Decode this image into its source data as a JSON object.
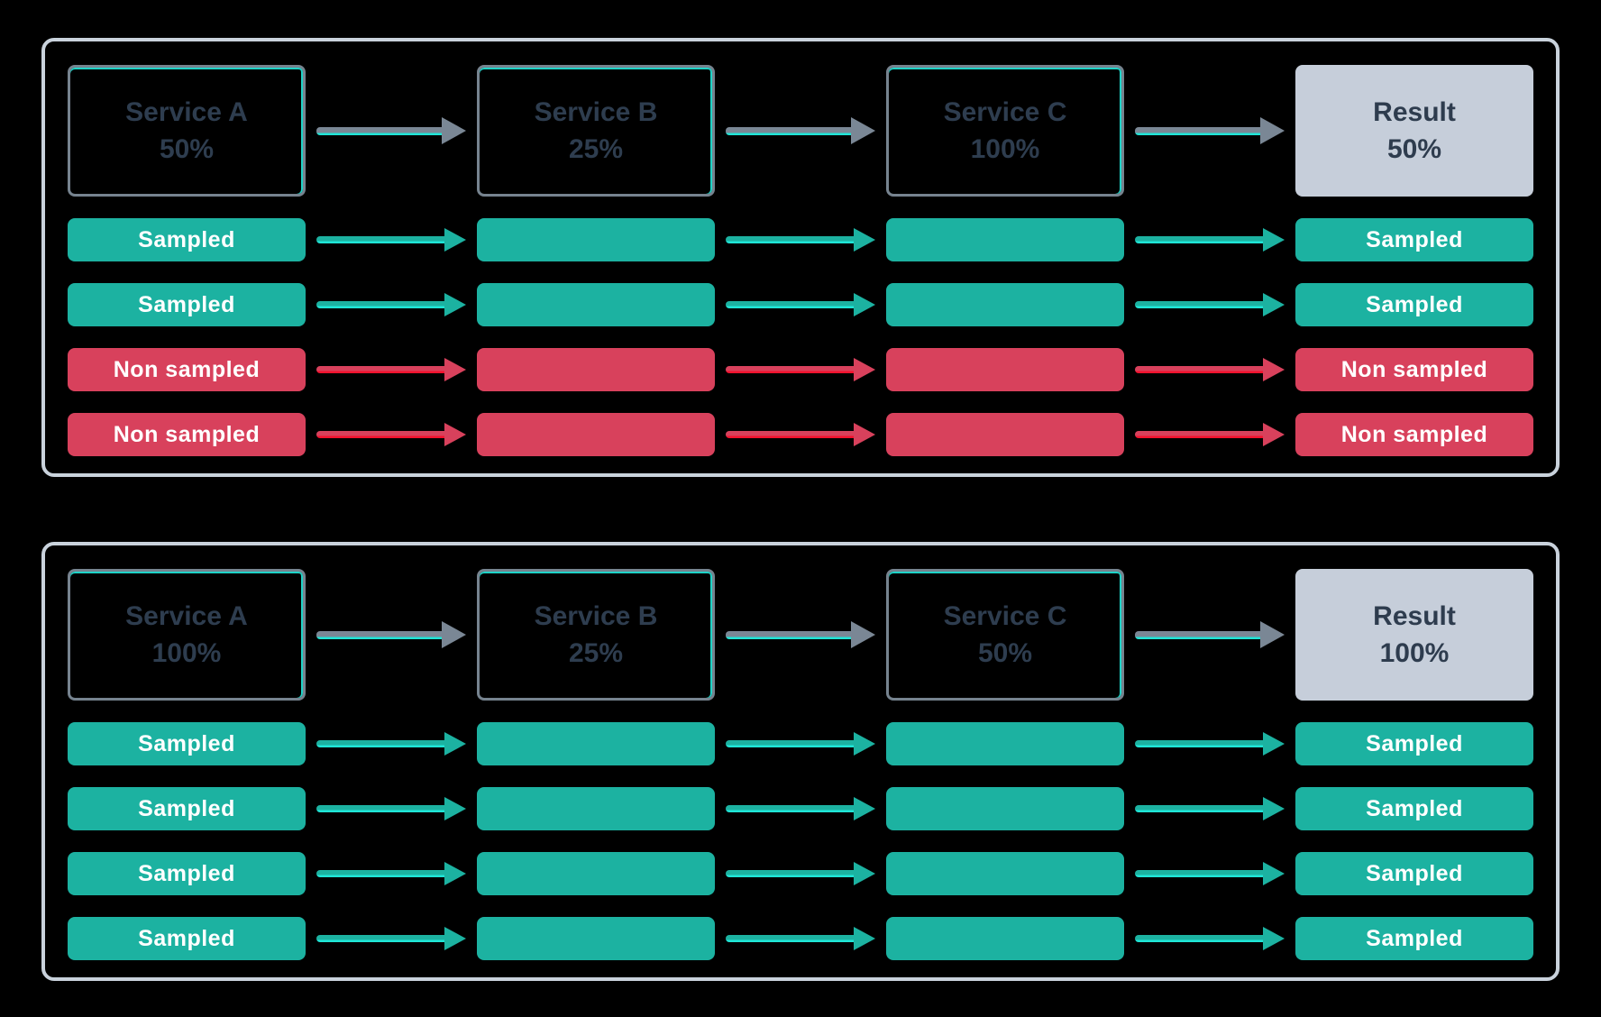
{
  "panels": [
    {
      "id": "scenario-result-50",
      "services": [
        {
          "name": "Service A",
          "rate": "50%"
        },
        {
          "name": "Service B",
          "rate": "25%"
        },
        {
          "name": "Service C",
          "rate": "100%"
        }
      ],
      "result": {
        "name": "Result",
        "rate": "50%"
      },
      "rows": [
        {
          "label": "Sampled",
          "type": "sampled"
        },
        {
          "label": "Sampled",
          "type": "sampled"
        },
        {
          "label": "Non sampled",
          "type": "non-sampled"
        },
        {
          "label": "Non sampled",
          "type": "non-sampled"
        }
      ]
    },
    {
      "id": "scenario-result-100",
      "services": [
        {
          "name": "Service A",
          "rate": "100%"
        },
        {
          "name": "Service B",
          "rate": "25%"
        },
        {
          "name": "Service C",
          "rate": "50%"
        }
      ],
      "result": {
        "name": "Result",
        "rate": "100%"
      },
      "rows": [
        {
          "label": "Sampled",
          "type": "sampled"
        },
        {
          "label": "Sampled",
          "type": "sampled"
        },
        {
          "label": "Sampled",
          "type": "sampled"
        },
        {
          "label": "Sampled",
          "type": "sampled"
        }
      ]
    }
  ],
  "colors": {
    "background": "#000000",
    "panel_border": "#c9d2dc",
    "service_box_border": "#76838f",
    "service_box_accent": "#1ed3c7",
    "service_text": "#2e3d4f",
    "result_background": "#c6ceda",
    "result_text": "#2e3c4e",
    "sampled": "#1cb2a1",
    "sampled_arrow_highlight": "#1fe5d6",
    "non_sampled": "#d8415c",
    "non_sampled_arrow_highlight": "#f2122e",
    "flow_arrow": "#7a8795",
    "pill_text": "#ffffff"
  }
}
